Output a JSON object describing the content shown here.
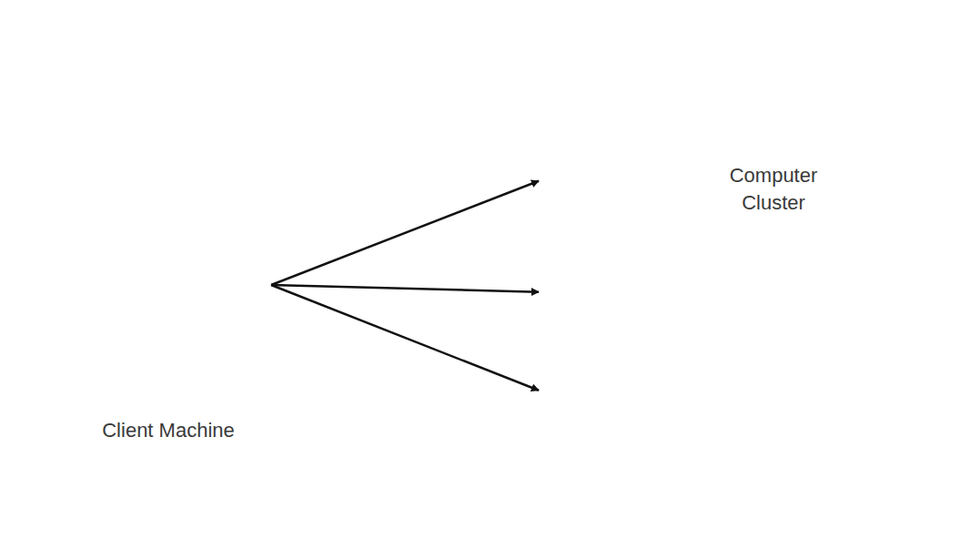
{
  "diagram": {
    "nodes": [
      {
        "text": [
          "Client Machine"
        ]
      },
      {
        "text": [
          "Computer Cluster"
        ]
      },
      {
        "text": [],
        "in": 1
      },
      {
        "text": [],
        "in": 1
      },
      {
        "text": [],
        "in": 1
      }
    ],
    "edges": [
      {
        "from": 0,
        "to": 2,
        "arrow": "to"
      },
      {
        "from": 0,
        "to": 3,
        "arrow": "to"
      },
      {
        "from": 0,
        "to": 4,
        "arrow": "to"
      }
    ]
  }
}
